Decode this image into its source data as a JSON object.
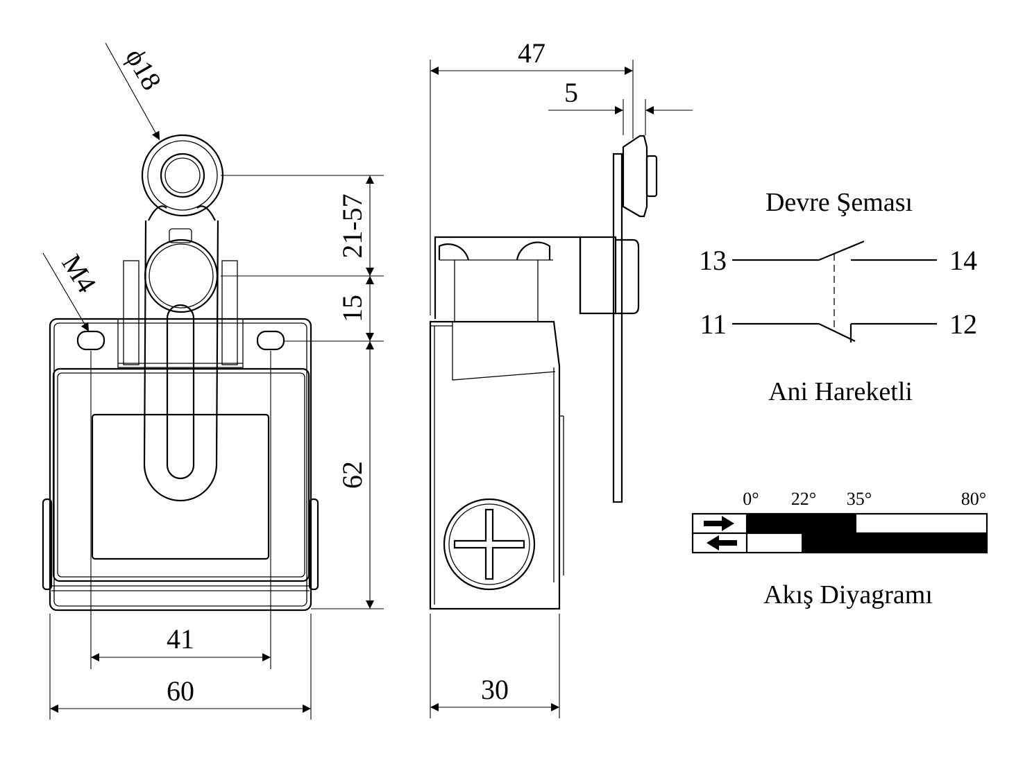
{
  "dimensions": {
    "roller_diameter": "ϕ18",
    "mount_thread": "M4",
    "lever_length_range": "21-57",
    "pivot_to_hole": "15",
    "body_height": "62",
    "hole_spacing": "41",
    "body_width": "60",
    "total_depth": "47",
    "roller_width": "5",
    "body_depth": "30"
  },
  "circuit": {
    "title": "Devre Şeması",
    "subtitle": "Ani Hareketli",
    "terminals": {
      "t13": "13",
      "t14": "14",
      "t11": "11",
      "t12": "12"
    }
  },
  "flow_diagram": {
    "title": "Akış Diyagramı",
    "angles": [
      "0°",
      "22°",
      "35°",
      "80°"
    ],
    "rows": [
      {
        "direction": "forward-arrow-icon",
        "filled_from": "0°",
        "filled_to": "35°"
      },
      {
        "direction": "backward-arrow-icon",
        "filled_from": "22°",
        "filled_to": "80°"
      }
    ]
  }
}
